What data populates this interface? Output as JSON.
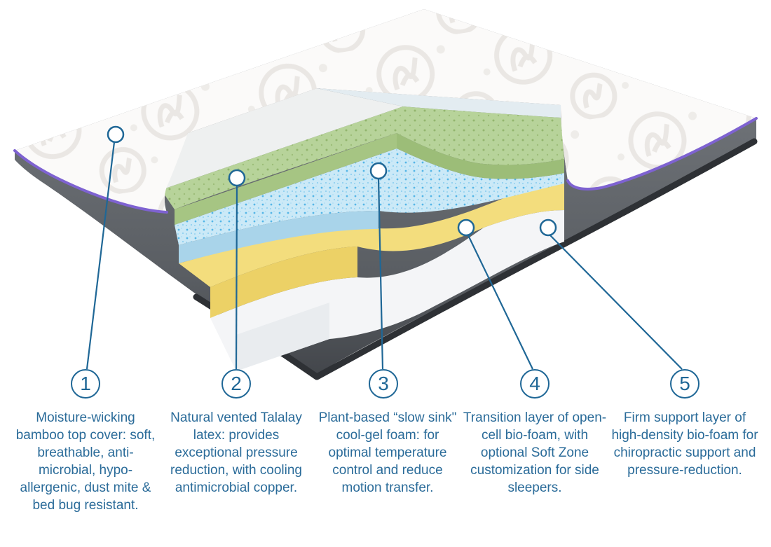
{
  "diagram": {
    "type": "mattress-layer-cutaway",
    "callouts": [
      {
        "number": "1",
        "description": "Moisture-wicking bamboo top cover: soft, breathable, anti-microbial, hypo-allergenic, dust mite & bed bug resistant."
      },
      {
        "number": "2",
        "description": "Natural vented Talalay latex: provides exceptional pressure reduction, with cooling antimicrobial copper."
      },
      {
        "number": "3",
        "description": "Plant-based “slow sink\" cool-gel foam: for optimal temperature control and reduce motion transfer."
      },
      {
        "number": "4",
        "description": "Transition layer of open-cell bio-foam, with optional Soft Zone customization for side sleepers."
      },
      {
        "number": "5",
        "description": "Firm support layer of high-density bio-foam for chiropractic support and pressure-reduction."
      }
    ],
    "layers": [
      {
        "name": "bamboo top cover",
        "color": "#fbfaf9"
      },
      {
        "name": "talalay latex",
        "color": "#b7d39a"
      },
      {
        "name": "cool-gel foam",
        "color": "#cbe9f7"
      },
      {
        "name": "transition bio-foam",
        "color": "#f3dd7d"
      },
      {
        "name": "support bio-foam",
        "color": "#f4f5f7"
      },
      {
        "name": "base foam",
        "color": "#55585d"
      }
    ],
    "accent_colors": {
      "callout": "#1f6796",
      "caption_text": "#2a6b99",
      "piping": "#7e62d1"
    }
  }
}
